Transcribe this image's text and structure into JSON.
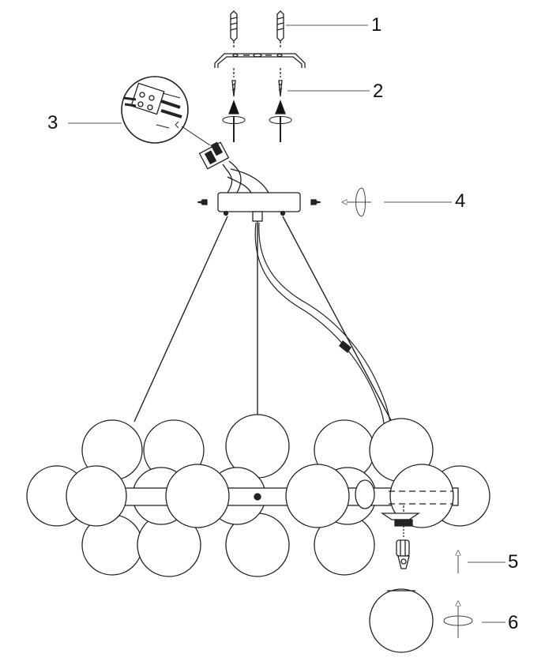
{
  "callouts": {
    "step1": "1",
    "step2": "2",
    "step3": "3",
    "step4": "4",
    "step5": "5",
    "step6": "6"
  },
  "colors": {
    "line": "#222222",
    "leader": "#555555",
    "background": "#ffffff",
    "globe_fill": "#ffffff"
  }
}
